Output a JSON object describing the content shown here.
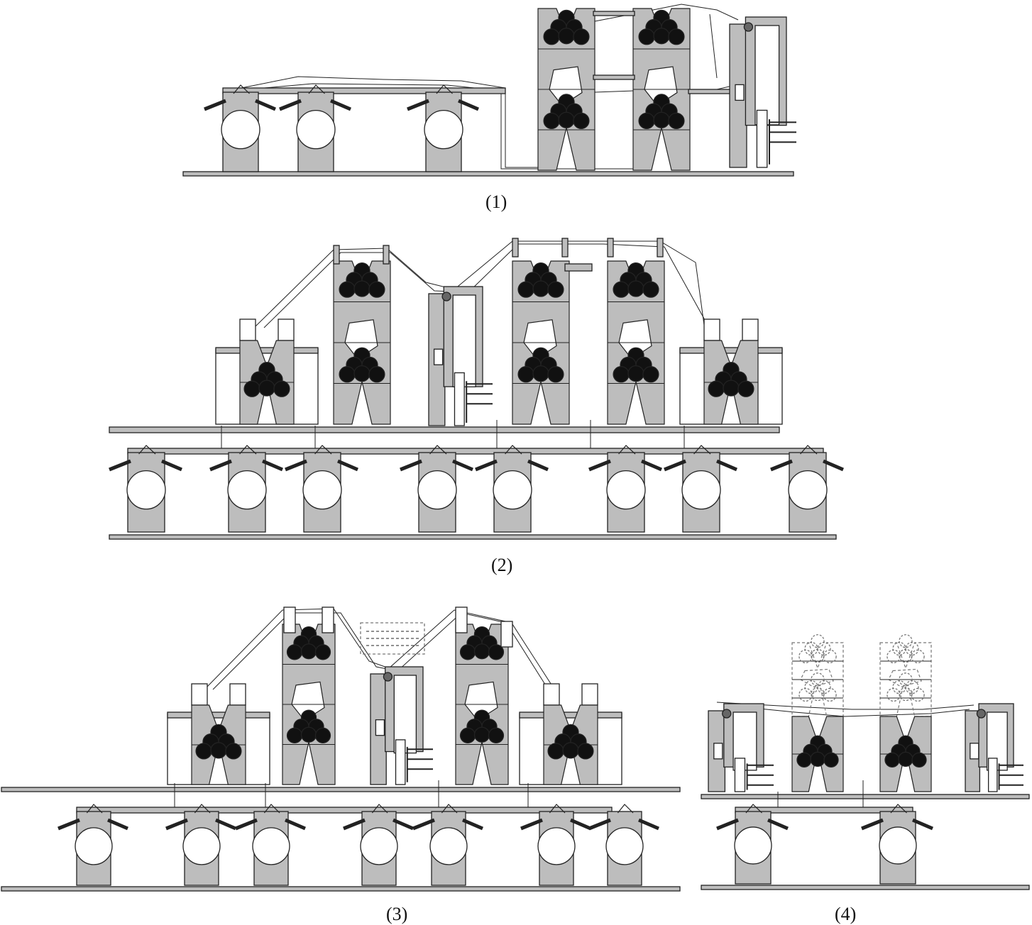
{
  "captions": {
    "fig1": "(1)",
    "fig2": "(2)",
    "fig3": "(3)",
    "fig4": "(4)"
  },
  "colors": {
    "frame_fill": "#bdbdbd",
    "outline": "#222222",
    "roll_fill": "#ffffff",
    "cylinder_fill": "#111111",
    "background": "#ffffff",
    "ghost_outline": "#777777"
  }
}
